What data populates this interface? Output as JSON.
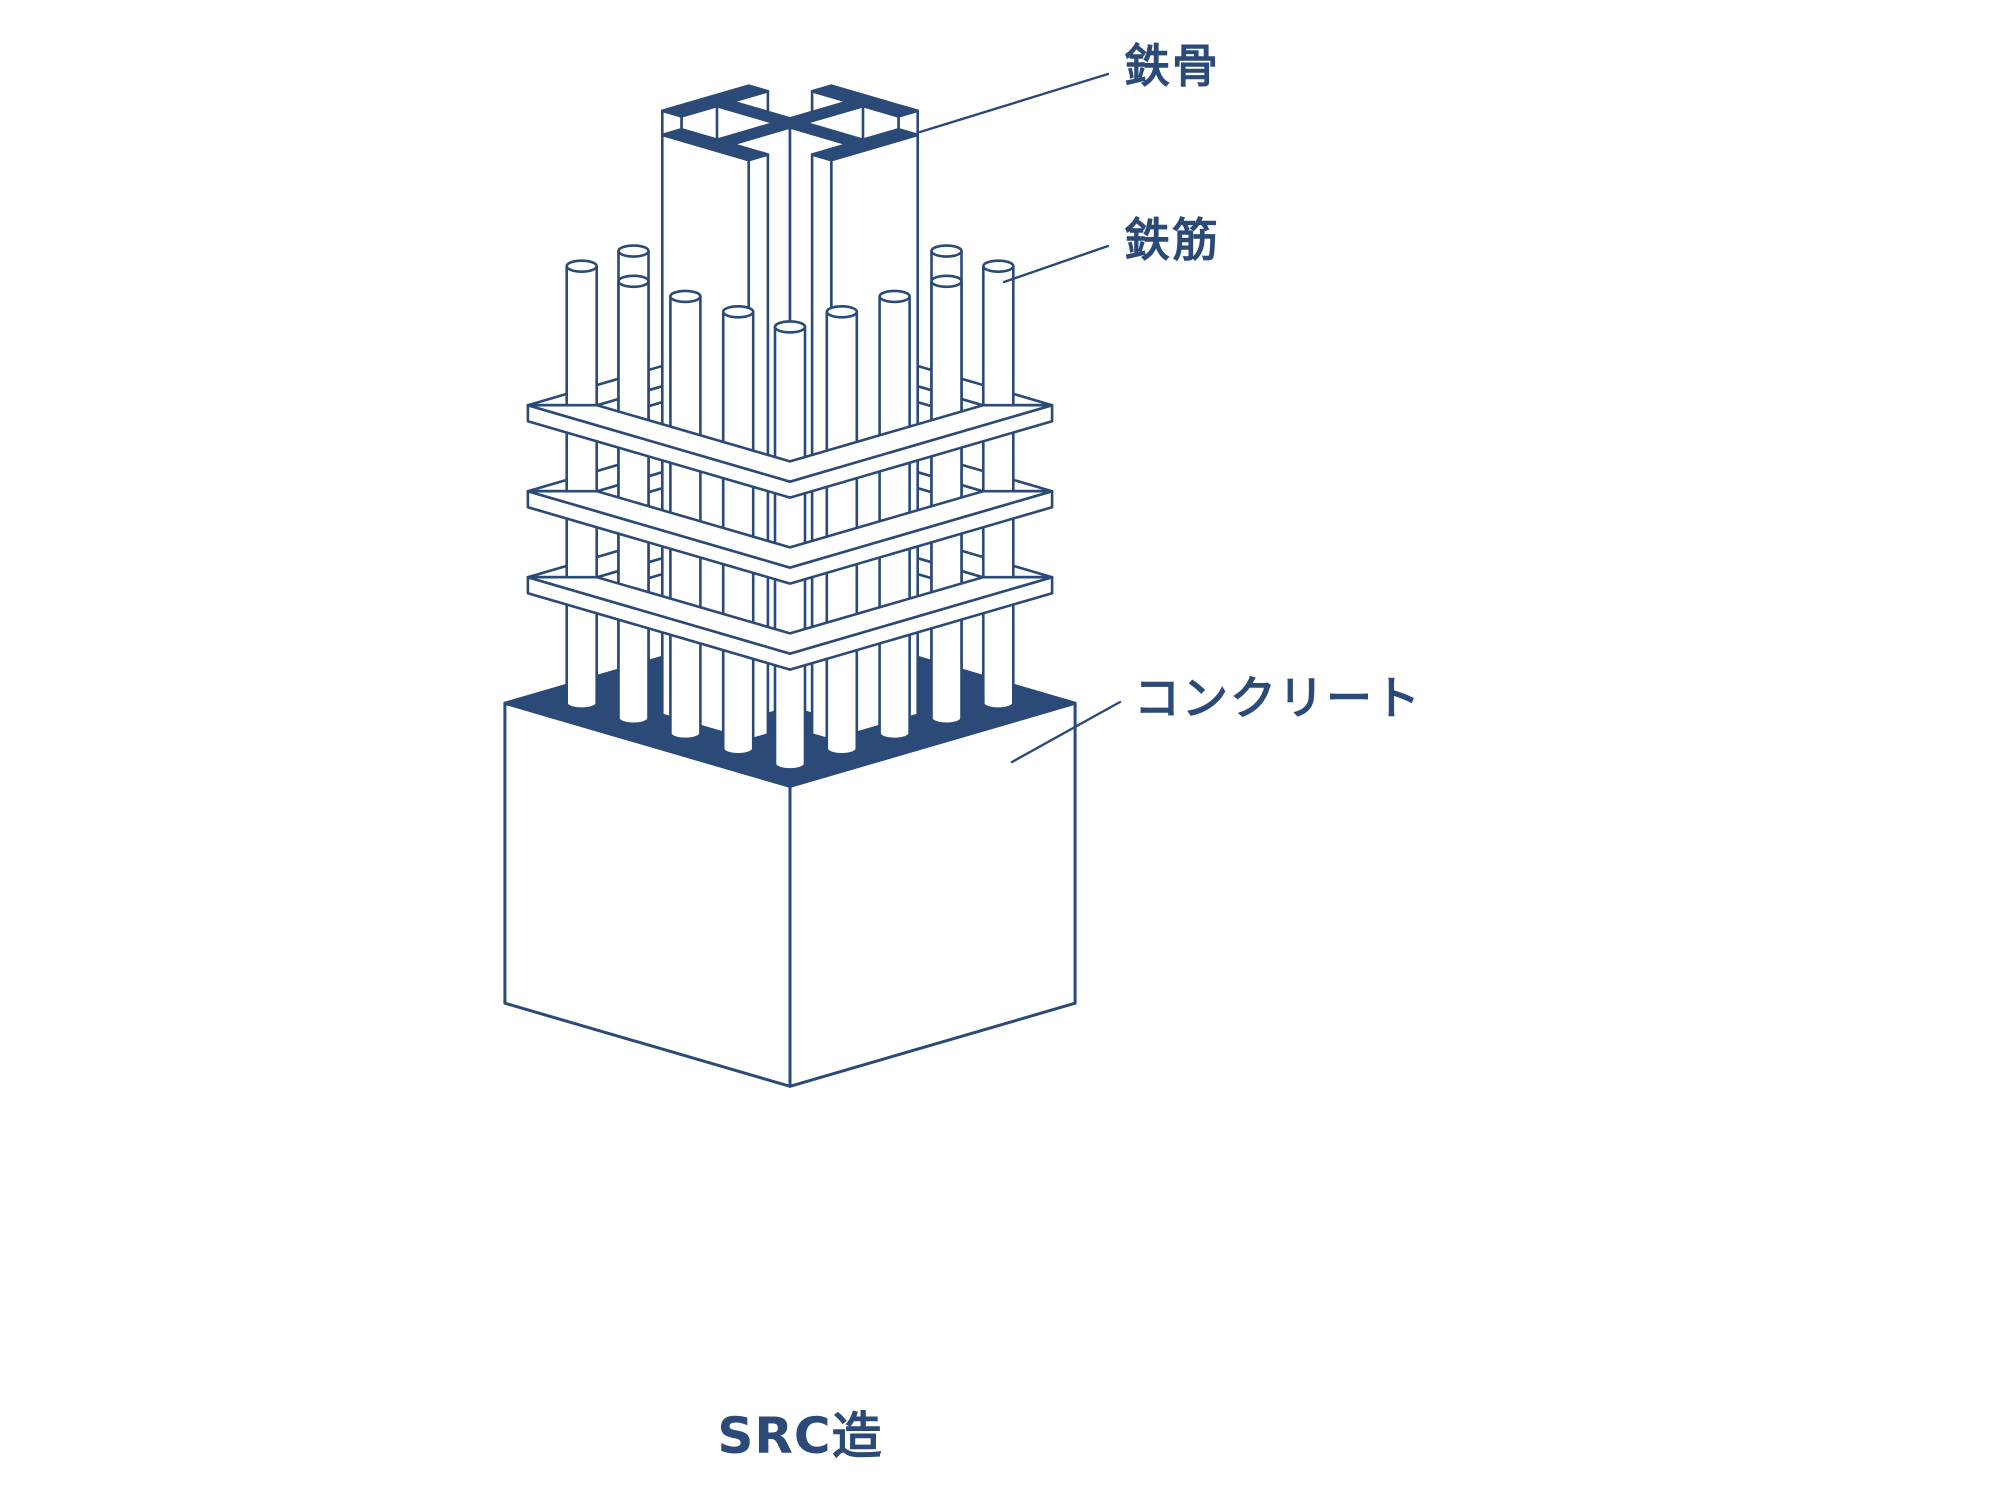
{
  "colors": {
    "navy": "#2b4a77",
    "background": "#ffffff",
    "fill_white": "#ffffff"
  },
  "figure": {
    "type": "isometric-cutaway-diagram",
    "subject": "SRC (steel-reinforced concrete) column composition",
    "parts": [
      "steel-frame-cross-column",
      "vertical-rebar-rods",
      "square-hoop-ties",
      "concrete-block"
    ]
  },
  "labels": {
    "steel_frame": "鉄骨",
    "rebar": "鉄筋",
    "concrete": "コンクリート",
    "title": "SRC造"
  }
}
